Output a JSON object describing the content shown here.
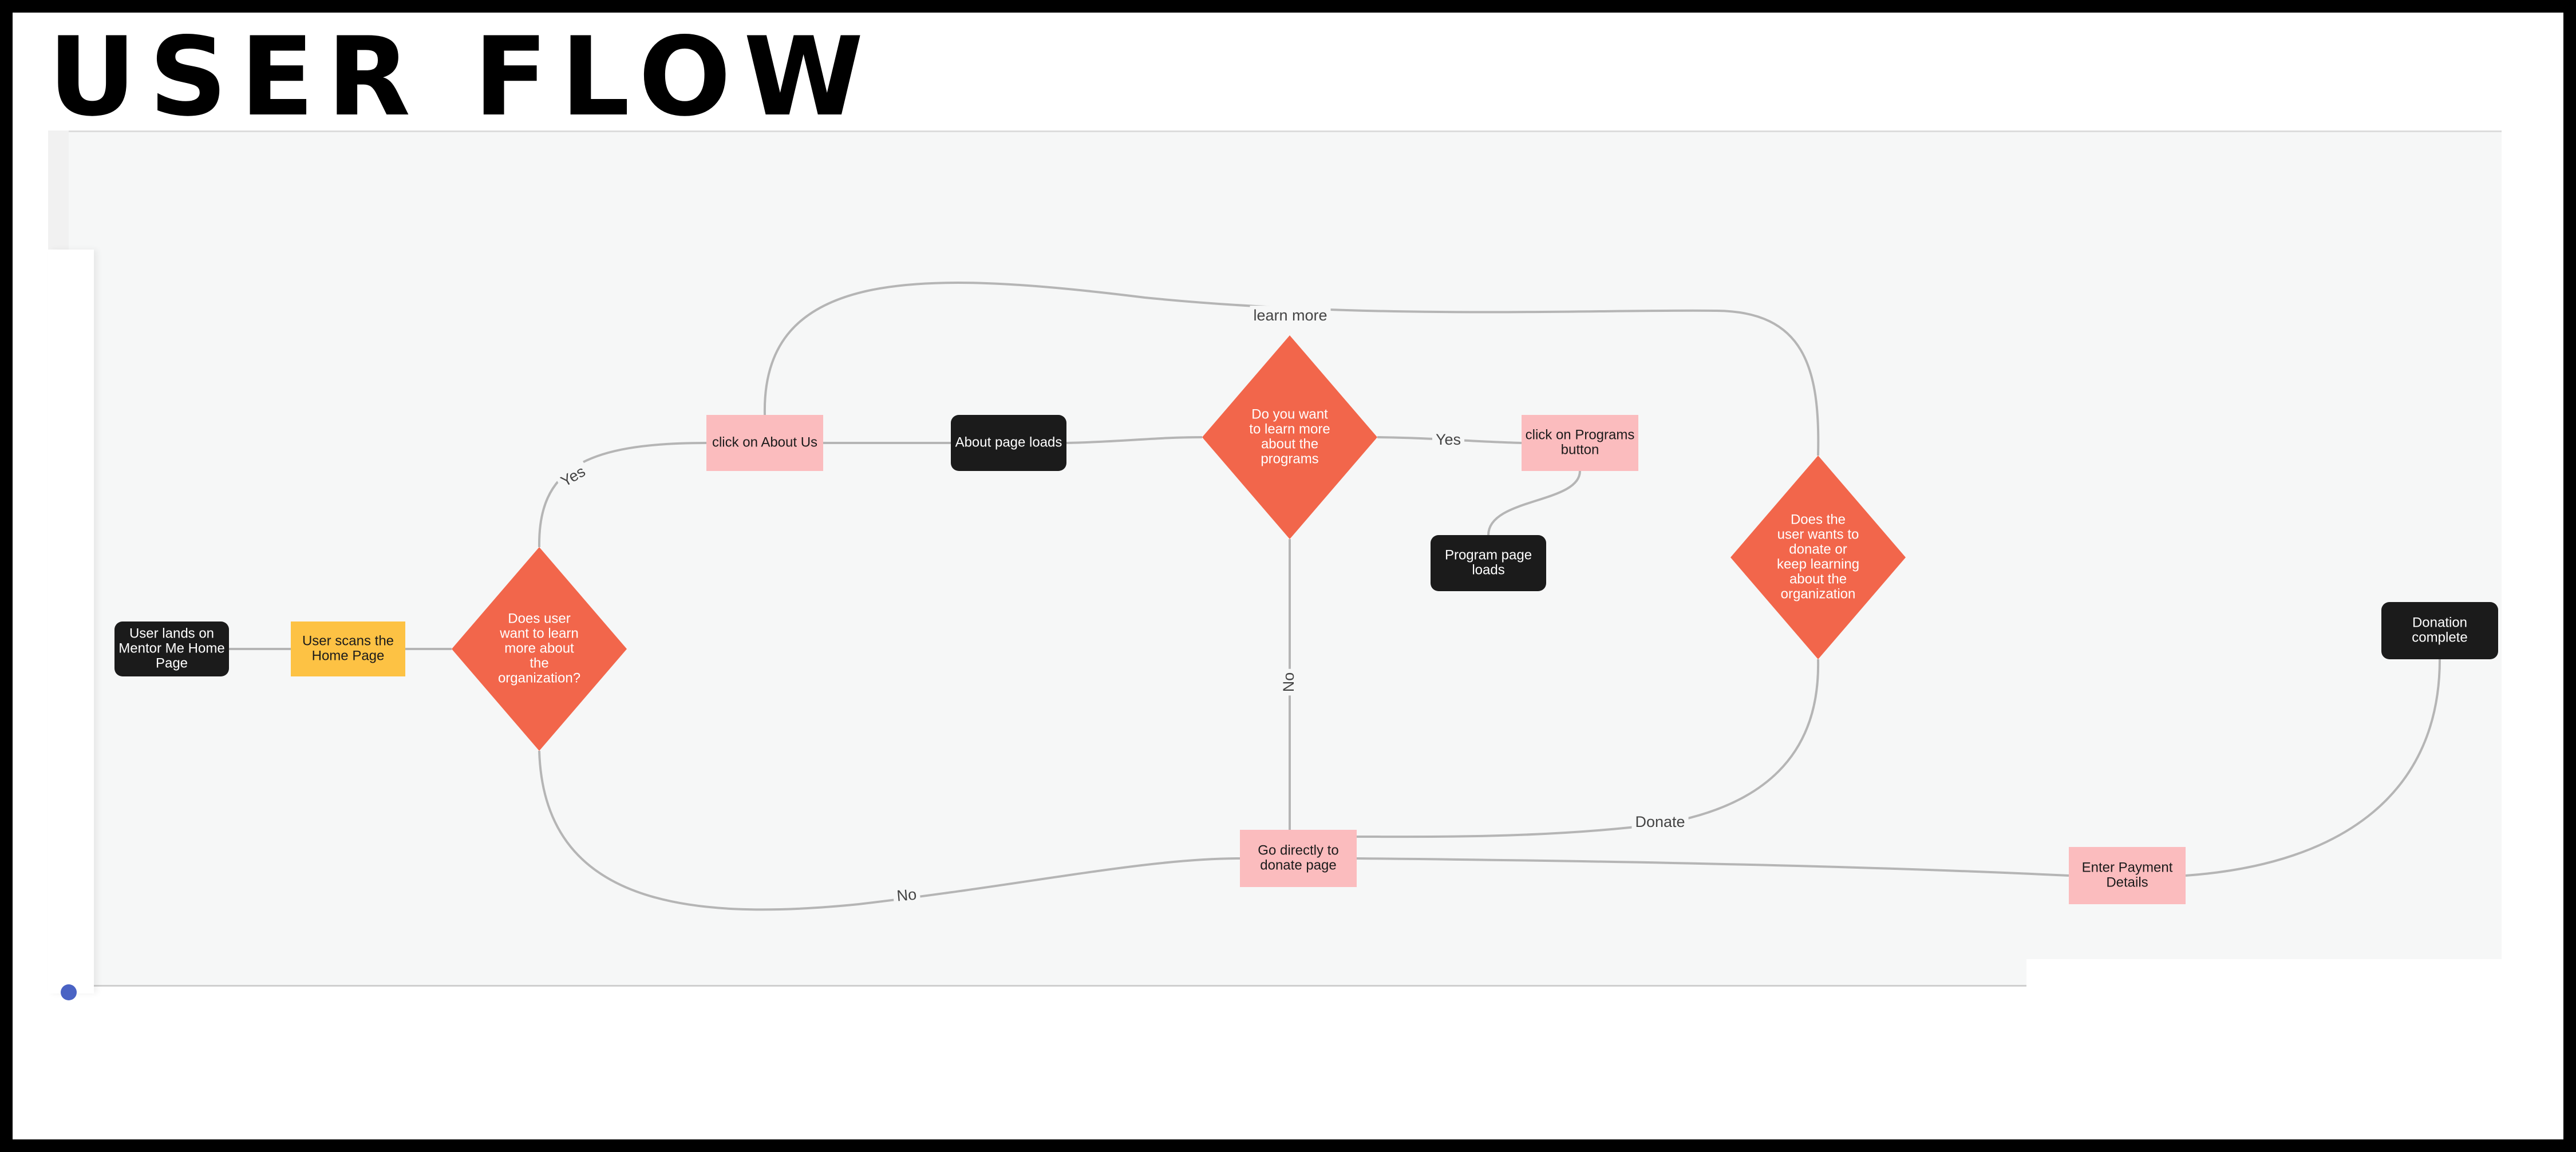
{
  "page": {
    "title": "USER FLOW"
  },
  "colors": {
    "terminal": "#1b1b1b",
    "decision": "#f2664b",
    "action": "#fbbcbe",
    "start_action": "#fdc244",
    "edge": "#b5b5b5"
  },
  "nodes": [
    {
      "id": "n1",
      "type": "terminal",
      "lines": [
        "User lands on",
        "Mentor Me Home",
        "Page"
      ]
    },
    {
      "id": "n2",
      "type": "start_action",
      "lines": [
        "User scans the",
        "Home Page"
      ]
    },
    {
      "id": "n3",
      "type": "decision",
      "lines": [
        "Does user",
        "want to learn",
        "more about",
        "the",
        "organization?"
      ]
    },
    {
      "id": "n4",
      "type": "action",
      "lines": [
        "click on About Us"
      ]
    },
    {
      "id": "n5",
      "type": "terminal",
      "lines": [
        "About page loads"
      ]
    },
    {
      "id": "n6",
      "type": "decision",
      "lines": [
        "Do you want",
        "to learn more",
        "about the",
        "programs"
      ]
    },
    {
      "id": "n7",
      "type": "action",
      "lines": [
        "click on Programs",
        "button"
      ]
    },
    {
      "id": "n8",
      "type": "terminal",
      "lines": [
        "Program page",
        "loads"
      ]
    },
    {
      "id": "n9",
      "type": "decision",
      "lines": [
        "Does the",
        "user wants to",
        "donate or",
        "keep learning",
        "about the",
        "organization"
      ]
    },
    {
      "id": "n10",
      "type": "action",
      "lines": [
        "Go directly to",
        "donate page"
      ]
    },
    {
      "id": "n11",
      "type": "action",
      "lines": [
        "Enter Payment",
        "Details"
      ]
    },
    {
      "id": "n12",
      "type": "terminal",
      "lines": [
        "Donation",
        "complete"
      ]
    }
  ],
  "edges": [
    {
      "from": "n1",
      "to": "n2",
      "label": ""
    },
    {
      "from": "n2",
      "to": "n3",
      "label": ""
    },
    {
      "from": "n3",
      "to": "n4",
      "label": "Yes"
    },
    {
      "from": "n4",
      "to": "n5",
      "label": ""
    },
    {
      "from": "n5",
      "to": "n6",
      "label": ""
    },
    {
      "from": "n6",
      "to": "n7",
      "label": "Yes"
    },
    {
      "from": "n7",
      "to": "n8",
      "label": ""
    },
    {
      "from": "n4",
      "to": "n9",
      "label": "learn more"
    },
    {
      "from": "n6",
      "to": "n10",
      "label": "No"
    },
    {
      "from": "n3",
      "to": "n10",
      "label": "No"
    },
    {
      "from": "n9",
      "to": "n10",
      "label": "Donate"
    },
    {
      "from": "n10",
      "to": "n11",
      "label": ""
    },
    {
      "from": "n11",
      "to": "n12",
      "label": ""
    }
  ]
}
